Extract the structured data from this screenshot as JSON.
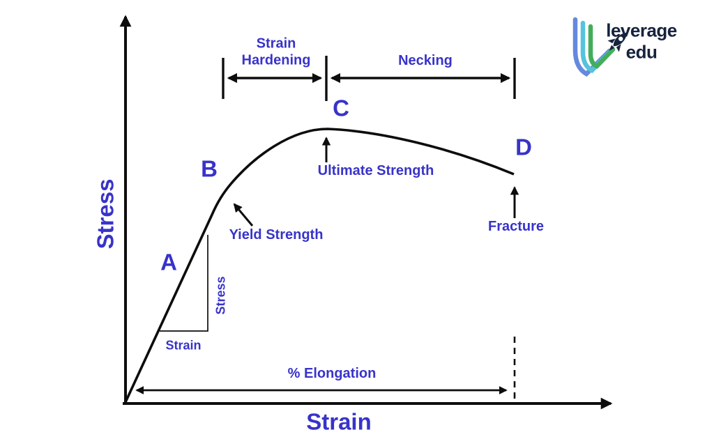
{
  "colors": {
    "bg": "#ffffff",
    "ink": "#0d0d0d",
    "label-blue": "#3833c9",
    "logo-navy": "#16233e",
    "logo-blue": "#6689de",
    "logo-cyan": "#57c2dd",
    "logo-green": "#43ad5c"
  },
  "axes": {
    "y_label": "Stress",
    "x_label": "Strain"
  },
  "regions": {
    "strain_hardening": "Strain Hardening",
    "necking": "Necking"
  },
  "points": {
    "a": "A",
    "b": "B",
    "c": "C",
    "d": "D"
  },
  "annotations": {
    "ultimate_strength": "Ultimate Strength",
    "yield_strength": "Yield Strength",
    "fracture": "Fracture",
    "elongation": "% Elongation",
    "modulus_rise": "Stress",
    "modulus_run": "Strain"
  },
  "logo": {
    "word1": "leverage",
    "word2": "edu"
  }
}
